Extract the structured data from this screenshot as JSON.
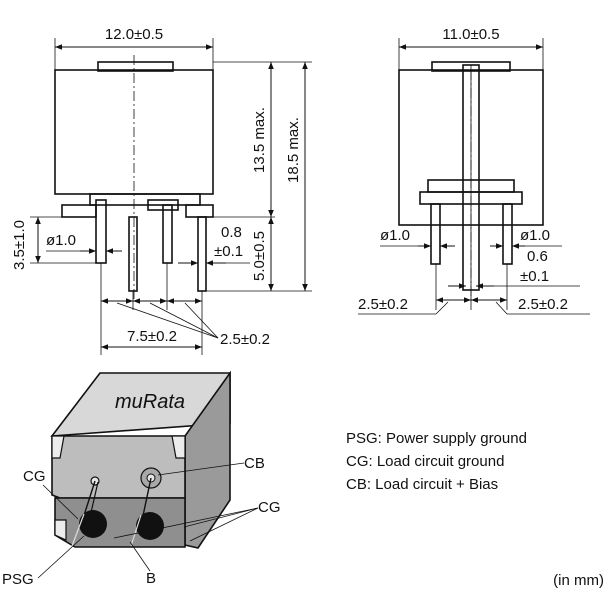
{
  "diagram": {
    "front_view": {
      "width_dim": "12.0±0.5",
      "height_body_dim": "13.5 max.",
      "height_total_dim": "18.5 max.",
      "pin_offset_dim": "3.5±1.0",
      "pin_diameter": "ø1.0",
      "pin_width_dim_a": "0.8",
      "pin_width_dim_b": "±0.1",
      "pin_length_dim": "5.0±0.5",
      "pin_pitch_total": "7.5±0.2",
      "pin_pitch": "2.5±0.2"
    },
    "side_view": {
      "width_dim": "11.0±0.5",
      "pin_diameter_left": "ø1.0",
      "pin_diameter_right": "ø1.0",
      "pin_width_a": "0.6",
      "pin_width_b": "±0.1",
      "pitch_left": "2.5±0.2",
      "pitch_right": "2.5±0.2"
    },
    "isometric": {
      "brand": "muRata",
      "labels": {
        "cg_left": "CG",
        "cb": "CB",
        "cg_right": "CG",
        "psg": "PSG",
        "b": "B"
      }
    },
    "legend": [
      "PSG: Power supply ground",
      "CG: Load circuit ground",
      "CB: Load circuit + Bias"
    ],
    "unit_note": "(in mm)"
  }
}
